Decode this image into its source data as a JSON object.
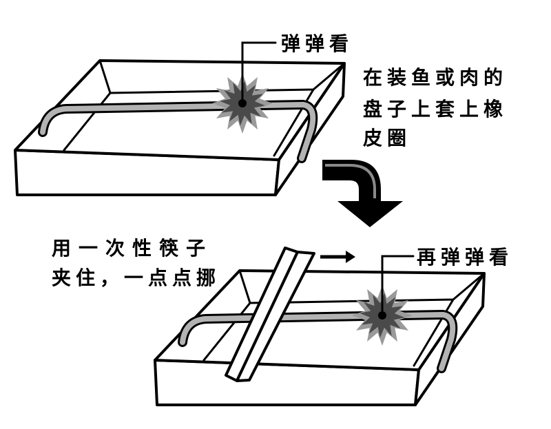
{
  "callouts": {
    "top": "弹弹看",
    "bottom": "再弹弹看"
  },
  "right_note": {
    "lines": [
      "在装鱼或肉的",
      "盘子上套上橡",
      "皮圈"
    ]
  },
  "left_note": {
    "lines": [
      "用一次性筷子",
      "夹住，一点点挪"
    ]
  },
  "colors": {
    "outline": "#000000",
    "rubber_band": "#b3b3b3",
    "burst_outer": "#9a9a9a",
    "burst_inner": "#4a4a4a"
  },
  "icons": [
    "tray",
    "rubber-band",
    "burst-icon",
    "curved-arrow-icon",
    "right-arrow-icon",
    "chopsticks"
  ]
}
